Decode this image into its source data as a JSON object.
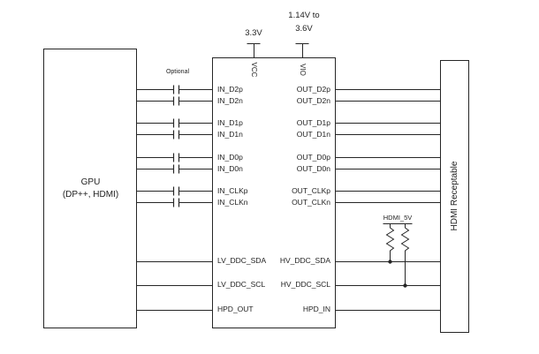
{
  "diagram": {
    "gpu_block": {
      "line1": "GPU",
      "line2": "(DP++, HDMI)"
    },
    "receptacle_label": "HDMI Receptable",
    "optional_label": "Optional",
    "hdmi_5v_label": "HDMI_5V",
    "power": {
      "vcc_supply": "3.3V",
      "vio_supply_line1": "1.14V to",
      "vio_supply_line2": "3.6V",
      "vcc_pin": "VCC",
      "vio_pin": "VIO"
    },
    "left_pins": [
      "IN_D2p",
      "IN_D2n",
      "IN_D1p",
      "IN_D1n",
      "IN_D0p",
      "IN_D0n",
      "IN_CLKp",
      "IN_CLKn",
      "LV_DDC_SDA",
      "LV_DDC_SCL",
      "HPD_OUT"
    ],
    "right_pins": [
      "OUT_D2p",
      "OUT_D2n",
      "OUT_D1p",
      "OUT_D1n",
      "OUT_D0p",
      "OUT_D0n",
      "OUT_CLKp",
      "OUT_CLKn",
      "HV_DDC_SDA",
      "HV_DDC_SCL",
      "HPD_IN"
    ],
    "colors": {
      "line": "#262626",
      "background": "#ffffff"
    }
  }
}
